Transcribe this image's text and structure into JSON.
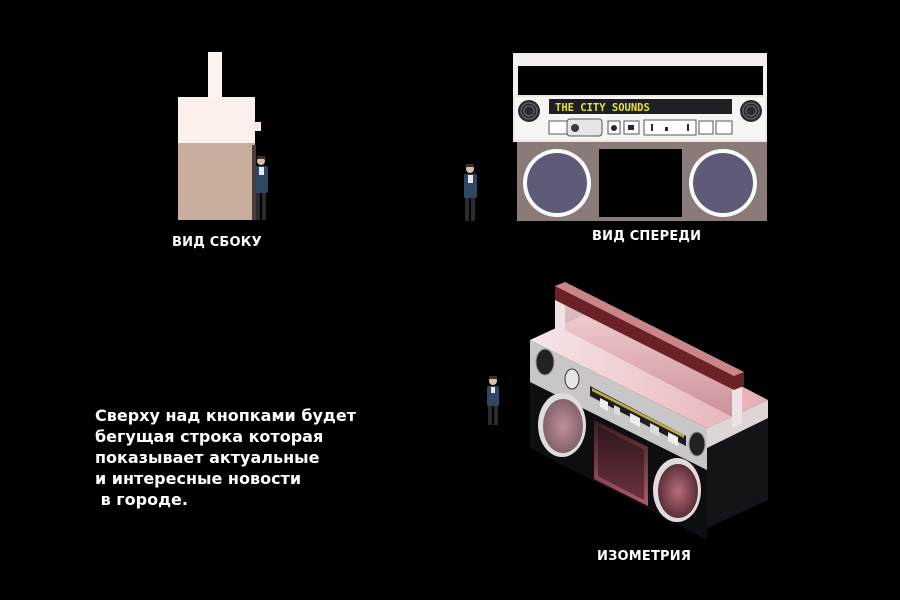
{
  "views": {
    "side_label": "ВИД СБОКУ",
    "front_label": "ВИД СПЕРЕДИ",
    "iso_label": "ИЗОМЕТРИЯ"
  },
  "marquee_text": "THE CITY SOUNDS",
  "description_lines": [
    "Сверху над кнопками будет",
    "бегущая строка которая",
    "показывает актуальные",
    "и интересные новости",
    " в городе."
  ],
  "colors": {
    "background": "#000000",
    "marquee_text": "#e8e23a",
    "body_side": "#c8ad9c",
    "body_front": "#8a7a78",
    "glow": "#f2c8cc"
  }
}
